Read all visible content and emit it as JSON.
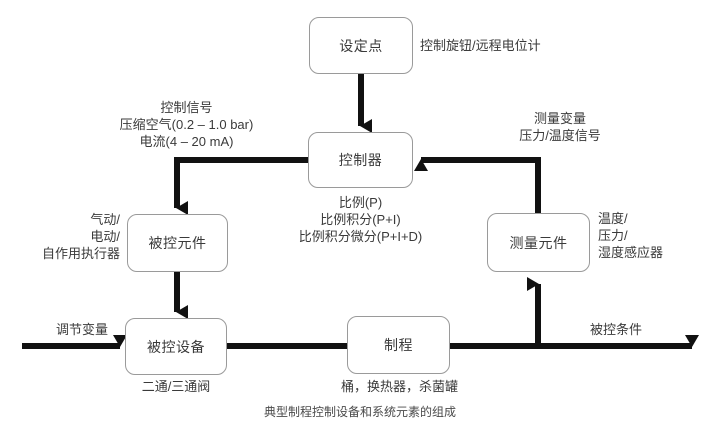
{
  "diagram": {
    "caption": "典型制程控制设备和系统元素的组成",
    "line_color": "#111111",
    "box_border_color": "#9a9a9a",
    "text_color": "#3a3a3a",
    "background": "#ffffff"
  },
  "boxes": {
    "setpoint": "设定点",
    "controller": "控制器",
    "controlled_element": "被控元件",
    "measuring_element": "测量元件",
    "controlled_equipment": "被控设备",
    "process": "制程"
  },
  "annotations": {
    "setpoint_note": "控制旋钮/远程电位计",
    "control_signal": "控制信号\n压缩空气(0.2 – 1.0 bar)\n电流(4 – 20 mA)",
    "controller_modes": "比例(P)\n比例积分(P+I)\n比例积分微分(P+I+D)",
    "measured_variable": "测量变量\n压力/温度信号",
    "sensor_types": "温度/\n压力/\n湿度感应器",
    "actuator_types": "气动/\n电动/\n自作用执行器",
    "valve_types": "二通/三通阀",
    "process_types": "桶，换热器，杀菌罐",
    "manipulated_variable": "调节变量",
    "controlled_condition": "被控条件"
  }
}
